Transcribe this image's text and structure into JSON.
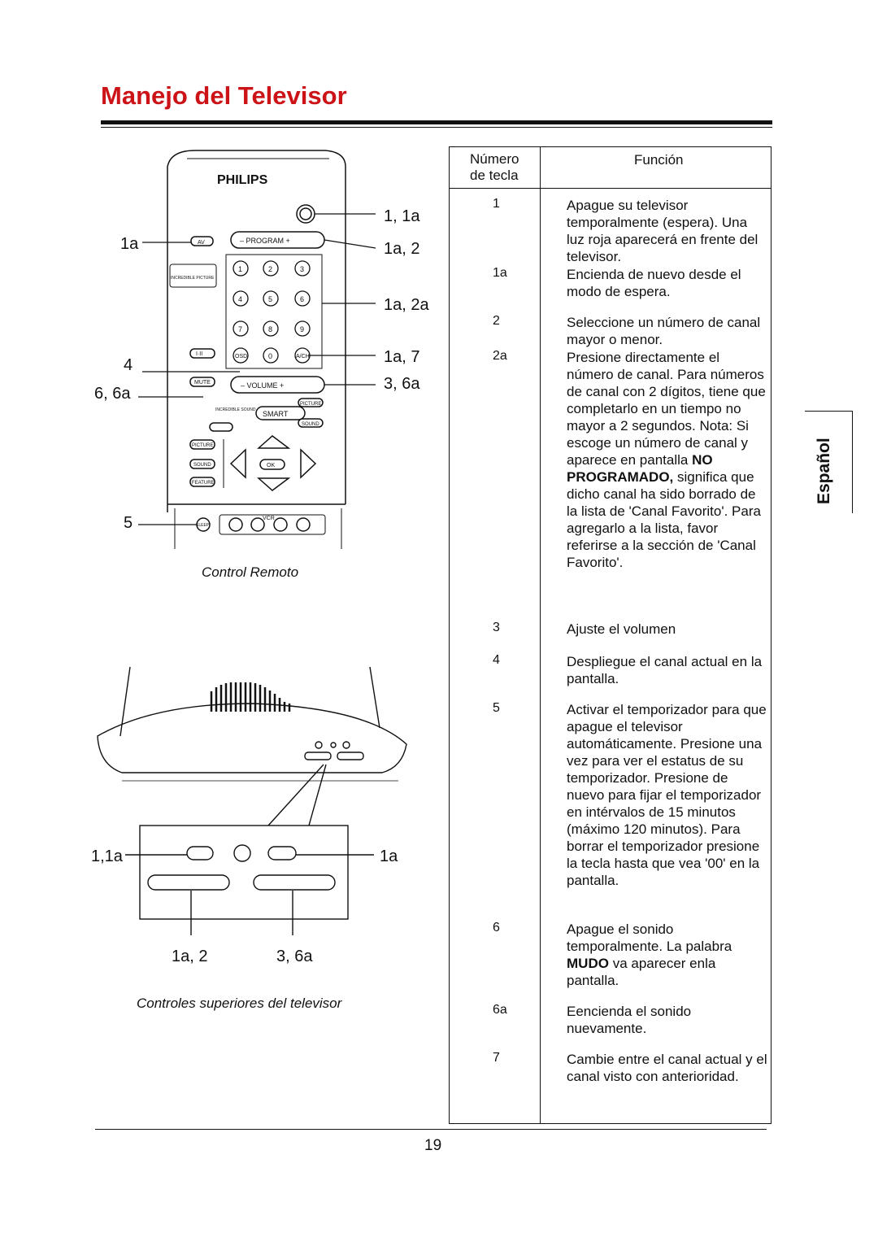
{
  "page": {
    "title": "Manejo del Televisor",
    "page_number": "19",
    "side_tab": "Español"
  },
  "remote": {
    "brand": "PHILIPS",
    "caption": "Control Remoto",
    "buttons": {
      "av": "AV",
      "incredible_picture": "INCREDIBLE PICTURE",
      "program": "–  PROGRAM  +",
      "digits": [
        "1",
        "2",
        "3",
        "4",
        "5",
        "6",
        "7",
        "8",
        "9",
        "0"
      ],
      "i_ii": "I·II",
      "osd": "OSD",
      "ach": "A/CH",
      "mute": "MUTE",
      "volume": "–  VOLUME  +",
      "incredible_sound": "INCREDIBLE SOUND",
      "smart": "SMART",
      "picture": "PICTURE",
      "sound": "SOUND",
      "feature": "FEATURE",
      "ok": "OK",
      "sleep": "SLEEP",
      "vcr": "VCR"
    },
    "callouts": {
      "power": "1, 1a",
      "program": "1a, 2",
      "digits": "1a, 2a",
      "ach": "1a, 7",
      "volume": "3, 6a",
      "av": "1a",
      "osd": "4",
      "mute": "6, 6a",
      "sleep": "5"
    }
  },
  "tv": {
    "caption": "Controles superiores del televisor",
    "callouts": {
      "power": "1,1a",
      "av": "1a",
      "program": "1a, 2",
      "volume": "3, 6a"
    }
  },
  "table": {
    "col1_header": "Número de tecla",
    "col2_header": "Función",
    "rows": [
      {
        "key": "1",
        "text": "Apague su televisor temporalmente (espera). Una luz roja aparecerá en frente del televisor."
      },
      {
        "key": "1a",
        "text": "Encienda de nuevo desde el modo de espera."
      },
      {
        "key": "2",
        "text": "Seleccione un número de canal mayor o menor."
      },
      {
        "key": "2a",
        "text": "Presione directamente el número de canal. Para números de canal con 2 dígitos, tiene que completarlo en un tiempo no mayor a 2 segundos. Nota: Si escoge un número de canal y aparece en pantalla",
        "bold": "NO PROGRAMADO,",
        "text_after": "significa que dicho canal ha sido borrado de la lista de 'Canal Favorito'. Para agregarlo a la lista, favor referirse a la sección de 'Canal Favorito'."
      },
      {
        "key": "3",
        "text": "Ajuste el volumen"
      },
      {
        "key": "4",
        "text": "Despliegue el canal actual en la pantalla."
      },
      {
        "key": "5",
        "text": "Activar el temporizador para que apague el televisor automáticamente. Presione una vez para ver el estatus de su temporizador. Presione de nuevo para fijar el temporizador en intérvalos de 15 minutos (máximo 120 minutos). Para borrar el temporizador presione la tecla hasta que vea '00' en la pantalla."
      },
      {
        "key": "6",
        "text": "Apague el sonido temporalmente. La palabra",
        "bold": "MUDO",
        "text_after": "va aparecer enla pantalla."
      },
      {
        "key": "6a",
        "text": "Eencienda el sonido nuevamente."
      },
      {
        "key": "7",
        "text": "Cambie entre el canal actual y el canal visto con anterioridad."
      }
    ]
  }
}
